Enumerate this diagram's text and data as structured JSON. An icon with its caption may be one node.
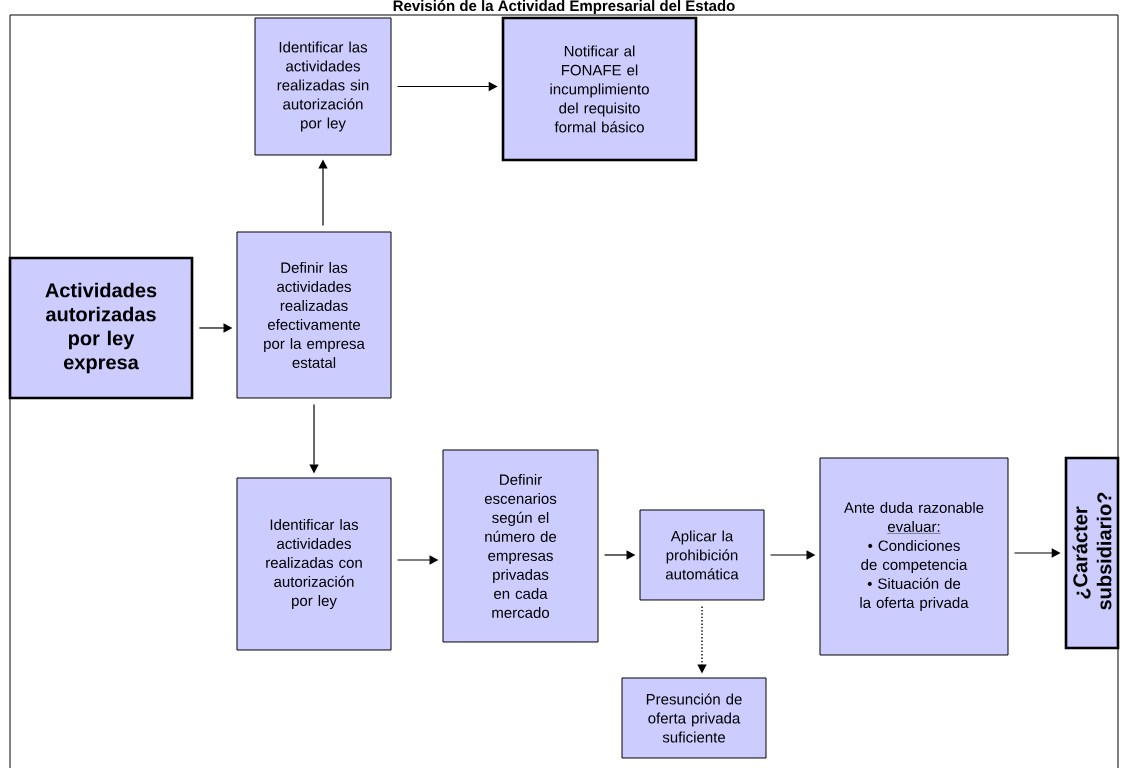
{
  "diagram": {
    "title": "Revisión de la Actividad Empresarial del Estado",
    "nodes": [
      {
        "text": [
          "Actividades autorizadas por ley expresa"
        ]
      },
      {
        "text": [
          "Definir las actividades realizadas efectivamente por la empresa estatal"
        ]
      },
      {
        "text": [
          "Identificar las actividades realizadas sin autorización por ley"
        ]
      },
      {
        "text": [
          "Notificar al FONAFE el incumplimiento del requisito formal básico"
        ]
      },
      {
        "text": [
          "Identificar las actividades realizadas con autorización por ley"
        ]
      },
      {
        "text": [
          "Definir escenarios según el número de empresas privadas en cada mercado"
        ]
      },
      {
        "text": [
          "Aplicar la prohibición automática"
        ]
      },
      {
        "text": [
          "Presunción de oferta privada suficiente"
        ]
      },
      {
        "text": [
          "Ante duda razonable",
          "evaluar:",
          "• Condiciones de competencia",
          "• Situación de la oferta privada"
        ]
      },
      {
        "text": [
          "¿Carácter subsidiario?"
        ]
      }
    ],
    "edges": [
      {
        "from": 0,
        "to": 1,
        "arrow": "to"
      },
      {
        "from": 1,
        "to": 2,
        "arrow": "to"
      },
      {
        "from": 2,
        "to": 3,
        "arrow": "to"
      },
      {
        "from": 1,
        "to": 4,
        "arrow": "to"
      },
      {
        "from": 4,
        "to": 5,
        "arrow": "to"
      },
      {
        "from": 5,
        "to": 6,
        "arrow": "to"
      },
      {
        "from": 6,
        "to": 7,
        "arrow": "to",
        "style": "dashed"
      },
      {
        "from": 6,
        "to": 8,
        "arrow": "to"
      },
      {
        "from": 8,
        "to": 9,
        "arrow": "to"
      }
    ]
  }
}
